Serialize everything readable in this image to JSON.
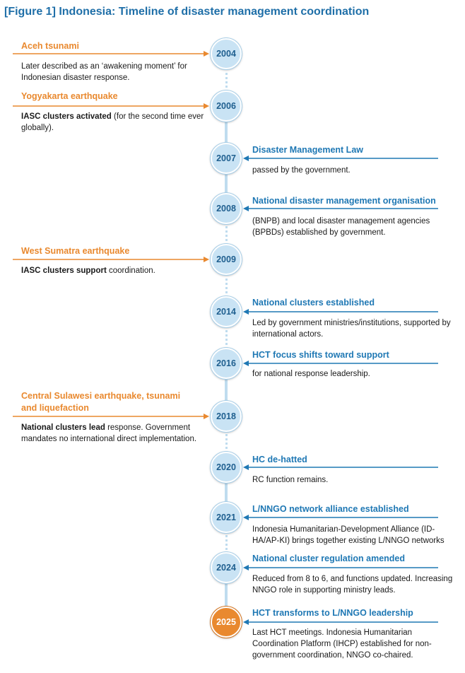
{
  "title": "[Figure 1] Indonesia: Timeline of disaster management coordination",
  "colors": {
    "title": "#1f6fa8",
    "left_accent": "#e9892f",
    "right_accent": "#1f78b4",
    "node": "#c9e3f4",
    "node_highlight": "#e9892f",
    "spine": "#bfdcef"
  },
  "events": [
    {
      "year": "2004",
      "side": "left",
      "heading": "Aceh tsunami",
      "body_bold": "",
      "body": "Later described as an ‘awakening moment’ for Indonesian disaster response.",
      "highlight": false
    },
    {
      "year": "2006",
      "side": "left",
      "heading": "Yogyakarta earthquake",
      "body_bold": "IASC clusters activated",
      "body": " (for the second time ever globally).",
      "highlight": false
    },
    {
      "year": "2007",
      "side": "right",
      "heading": "Disaster Management Law",
      "body_bold": "",
      "body": "passed by the government.",
      "highlight": false
    },
    {
      "year": "2008",
      "side": "right",
      "heading": "National disaster management organisation",
      "body_bold": "",
      "body": "(BNPB) and local disaster management agencies (BPBDs) established by government.",
      "highlight": false
    },
    {
      "year": "2009",
      "side": "left",
      "heading": "West Sumatra earthquake",
      "body_bold": "IASC clusters support",
      "body": " coordination.",
      "highlight": false
    },
    {
      "year": "2014",
      "side": "right",
      "heading": "National clusters established",
      "body_bold": "",
      "body": "Led by government ministries/institutions, supported by international actors.",
      "highlight": false
    },
    {
      "year": "2016",
      "side": "right",
      "heading": "HCT focus shifts toward support",
      "body_bold": "",
      "body": "for national response leadership.",
      "highlight": false
    },
    {
      "year": "2018",
      "side": "left",
      "heading": "Central Sulawesi earthquake, tsunami and liquefaction",
      "body_bold": "National clusters lead",
      "body": " response. Government mandates no international direct implementation.",
      "highlight": false
    },
    {
      "year": "2020",
      "side": "right",
      "heading": "HC de-hatted",
      "body_bold": "",
      "body": "RC function remains.",
      "highlight": false
    },
    {
      "year": "2021",
      "side": "right",
      "heading": "L/NNGO network alliance established",
      "body_bold": "",
      "body": "Indonesia Humanitarian-Development Alliance (ID-HA/AP-KI) brings together existing L/NNGO networks",
      "highlight": false
    },
    {
      "year": "2024",
      "side": "right",
      "heading": "National cluster regulation amended",
      "body_bold": "",
      "body": "Reduced from 8 to 6, and functions updated. Increasing NNGO role in supporting ministry leads.",
      "highlight": false
    },
    {
      "year": "2025",
      "side": "right",
      "heading": "HCT transforms to L/NNGO leadership",
      "body_bold": "",
      "body": "Last HCT meetings. Indonesia Humanitarian Coordination Platform (IHCP) established for non-government coordination, NNGO co-chaired.",
      "highlight": true
    }
  ]
}
